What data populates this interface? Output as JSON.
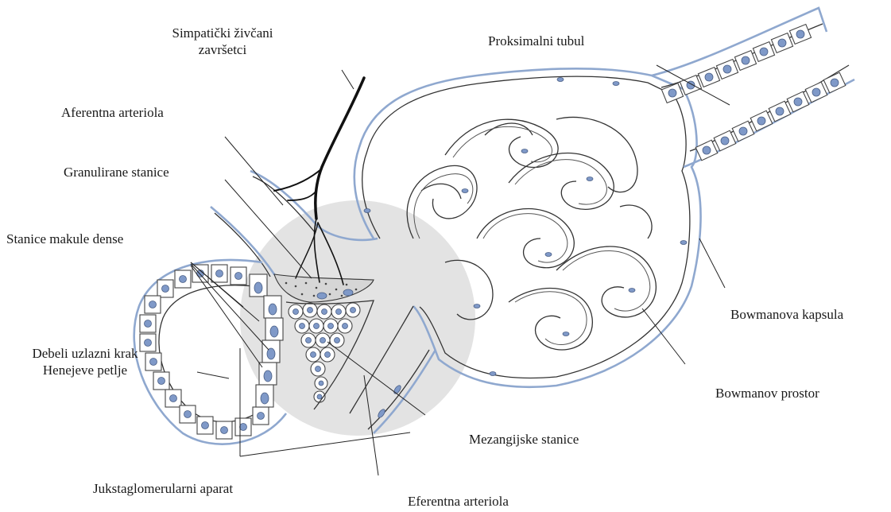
{
  "labels": {
    "simpaticki_line1": "Simpatički živčani",
    "simpaticki_line2": "završetci",
    "proksimalni_tubul": "Proksimalni tubul",
    "aferentna_arteriola": "Aferentna arteriola",
    "granulirane_stanice": "Granulirane stanice",
    "stanice_makule_dense": "Stanice makule dense",
    "debeli_krak_line1": "Debeli uzlazni krak",
    "debeli_krak_line2": "Henejeve petlje",
    "bowmanova_kapsula": "Bowmanova kapsula",
    "bowmanov_prostor": "Bowmanov prostor",
    "mezangijske_stanice": "Mezangijske stanice",
    "jukstaglomerularni_aparat": "Jukstaglomerularni aparat",
    "eferentna_arteriola": "Eferentna arteriola"
  },
  "colors": {
    "membrane": "#8fa8cf",
    "nucleus": "#7f99c8",
    "jga_zone": "#e3e3e3",
    "nerve": "#111111"
  }
}
